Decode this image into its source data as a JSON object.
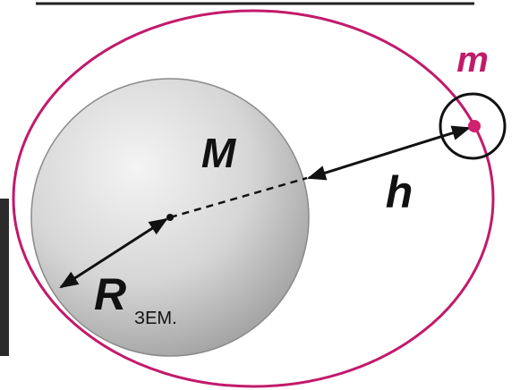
{
  "labels": {
    "planet_mass": "M",
    "satellite_mass": "m",
    "altitude": "h",
    "radius_main": "R",
    "radius_sub": "ЗЕМ."
  },
  "colors": {
    "orbit": "#c21a6b",
    "satellite": "#d1206f",
    "planet_light": "#f2f2f2",
    "planet_dark": "#9d9d9d",
    "ink": "#111111"
  }
}
